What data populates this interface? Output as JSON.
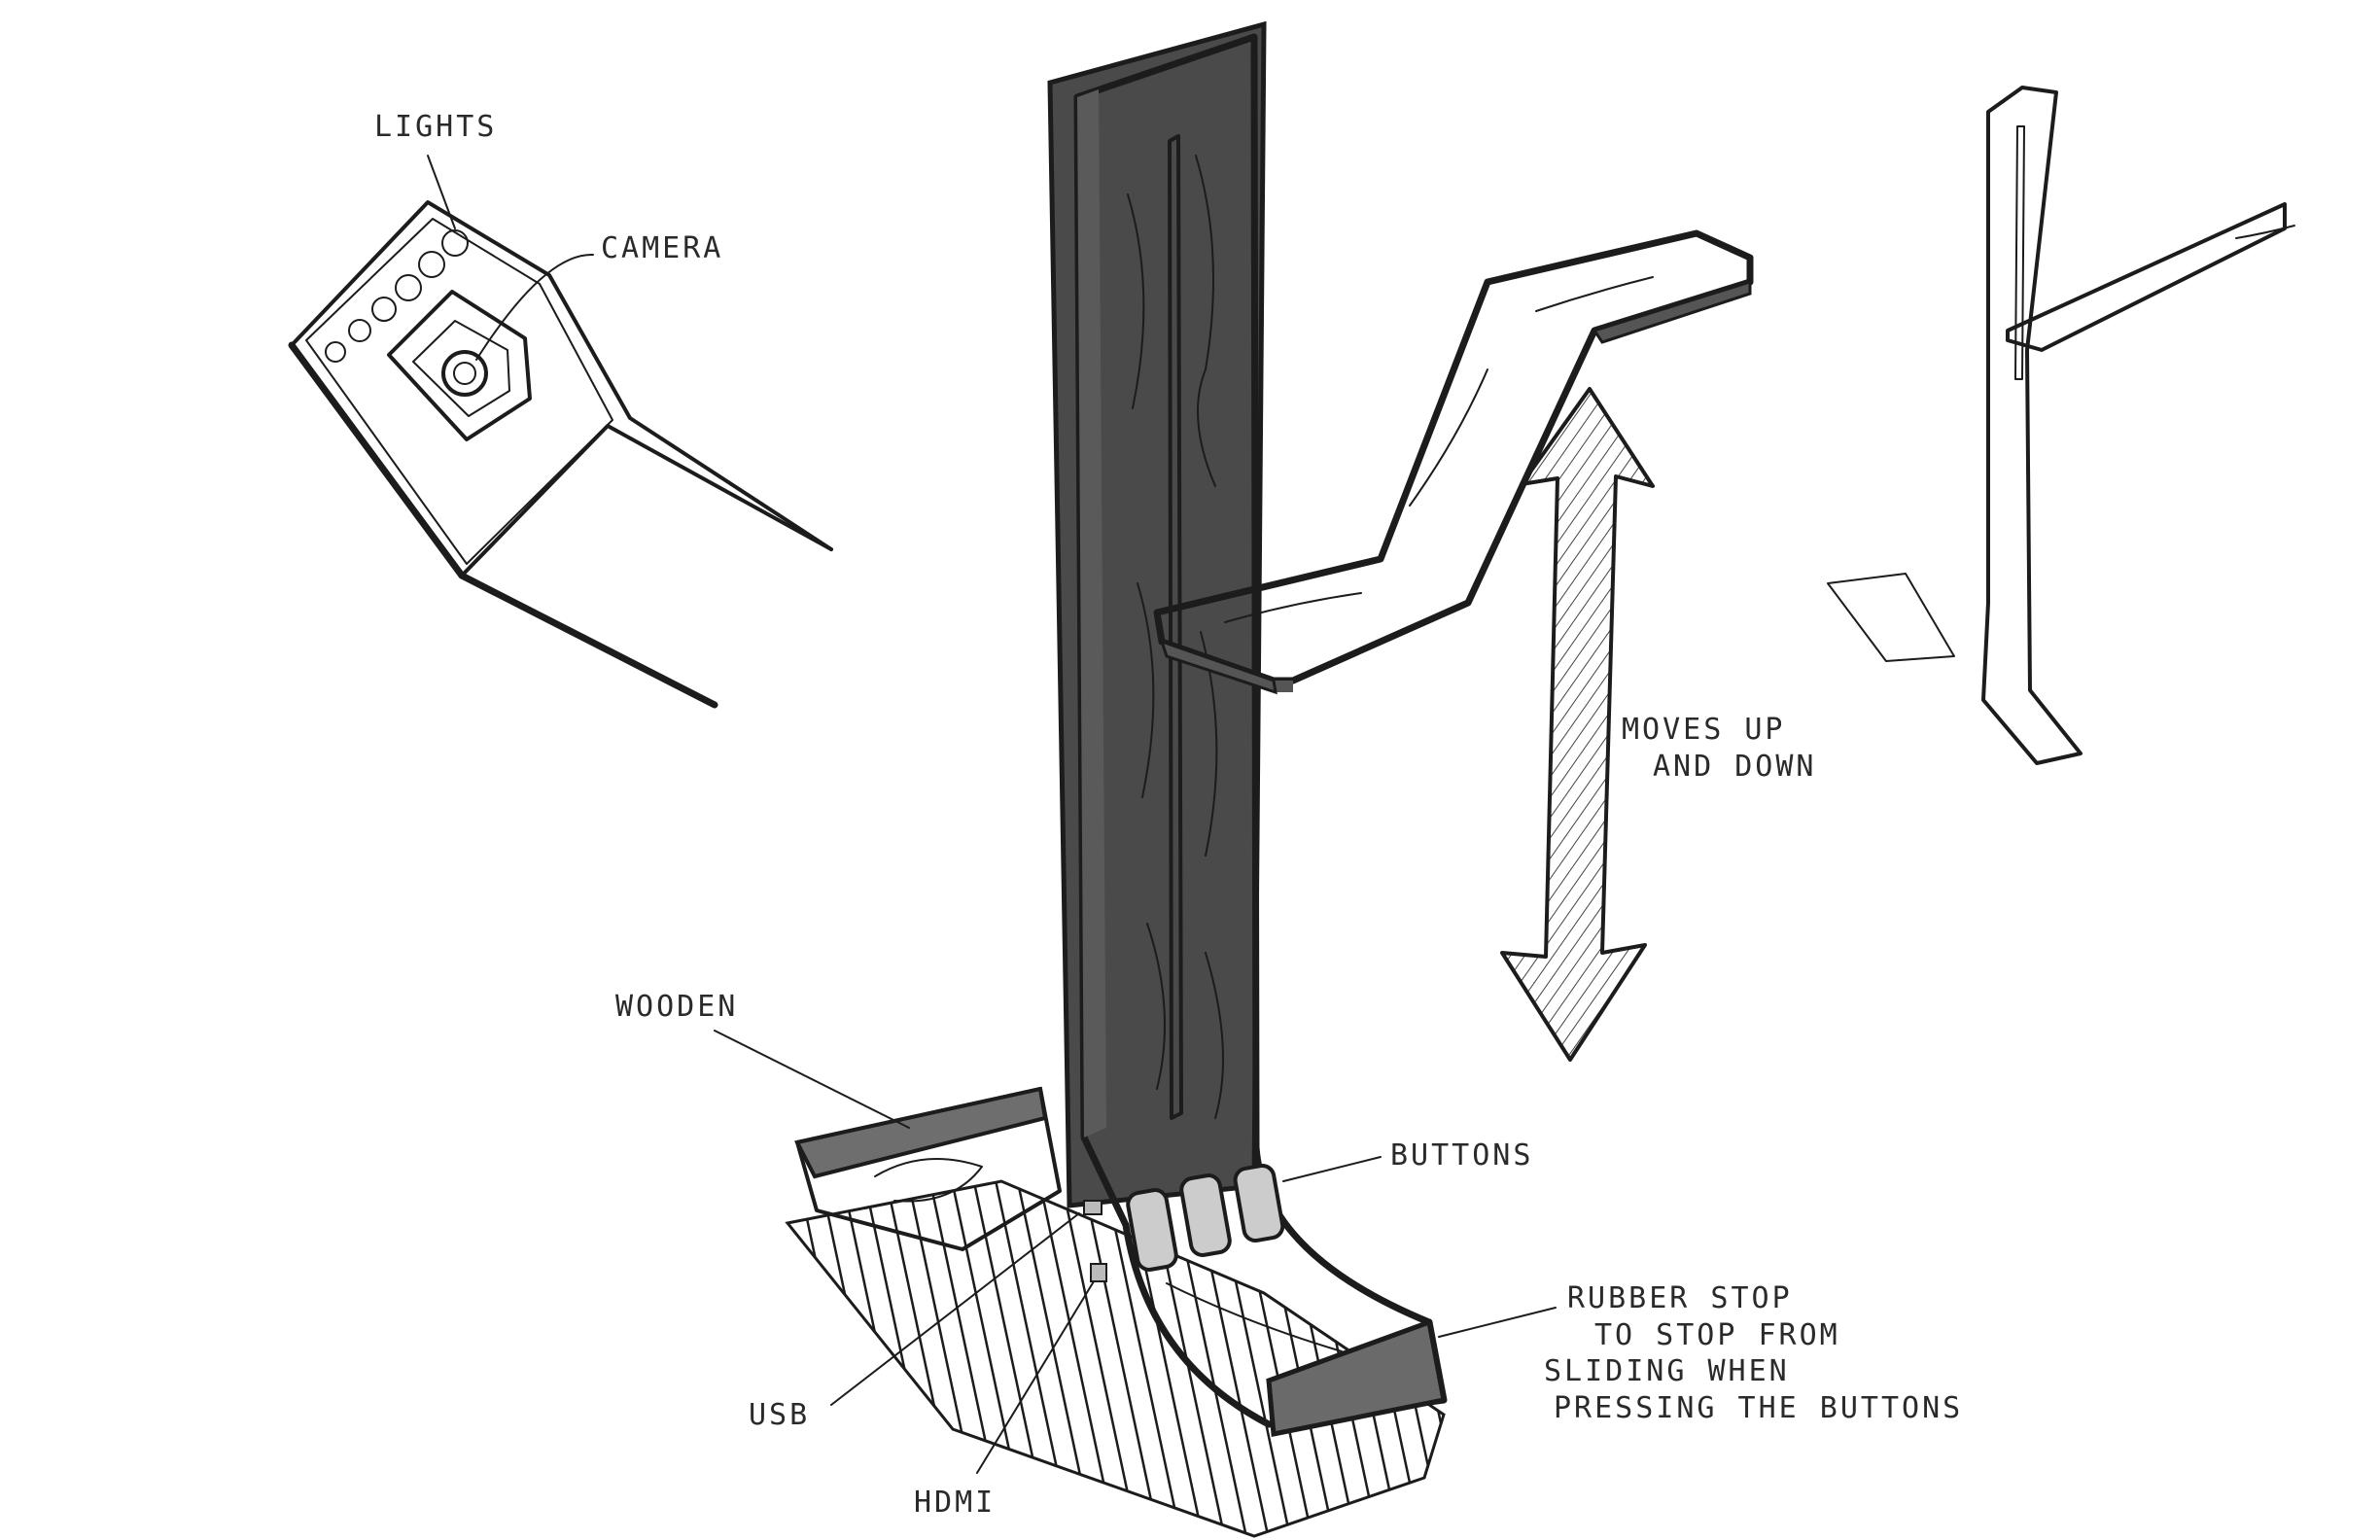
{
  "labels": {
    "lights": "LIGHTS",
    "camera": "CAMERA",
    "moves_line1": "MOVES UP",
    "moves_line2": "AND DOWN",
    "wooden": "WOODEN",
    "buttons": "BUTTONS",
    "rubber_line1": "RUBBER STOP",
    "rubber_line2": "TO STOP FROM",
    "rubber_line3": "SLIDING WHEN",
    "rubber_line4": "PRESSING THE BUTTONS",
    "usb": "USB",
    "hdmi": "HDMI"
  },
  "colors": {
    "ink": "#1c1c1c",
    "wood_light": "#e6e6e6",
    "wood_mid": "#c7c7c7",
    "rubber": "#6e6e6e"
  }
}
